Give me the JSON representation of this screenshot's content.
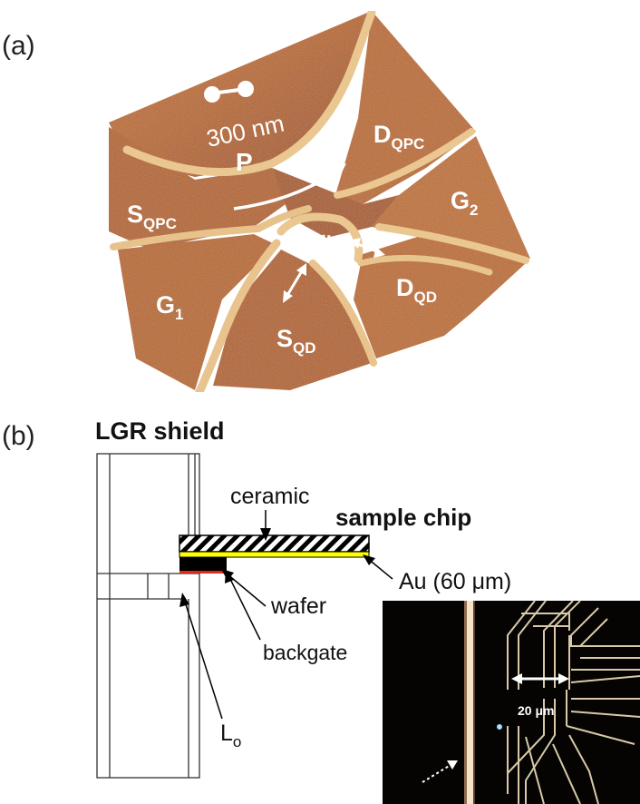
{
  "panel_a": {
    "tag": "(a)",
    "scale_bar": "300 nm",
    "regions": {
      "p": "P",
      "d_qpc": {
        "main": "D",
        "sub": "QPC"
      },
      "s_qpc": {
        "main": "S",
        "sub": "QPC"
      },
      "g2": {
        "main": "G",
        "sub": "2"
      },
      "g1": {
        "main": "G",
        "sub": "1"
      },
      "d_qd": {
        "main": "D",
        "sub": "QD"
      },
      "s_qd": {
        "main": "S",
        "sub": "QD"
      }
    }
  },
  "panel_b": {
    "tag": "(b)",
    "lgr_shield": "LGR shield",
    "ceramic": "ceramic",
    "sample_chip": "sample chip",
    "au_label": "Au (60 μm)",
    "wafer": "wafer",
    "backgate": "backgate",
    "lo": {
      "main": "L",
      "sub": "o"
    },
    "micrograph_scale": "20 μm"
  },
  "colors": {
    "afm_surface": "#b8661f",
    "afm_ridge": "#f0c98a",
    "gold_layer": "#ffff00",
    "backgate_red": "#e0281e",
    "micrograph_bg": "#050403"
  }
}
